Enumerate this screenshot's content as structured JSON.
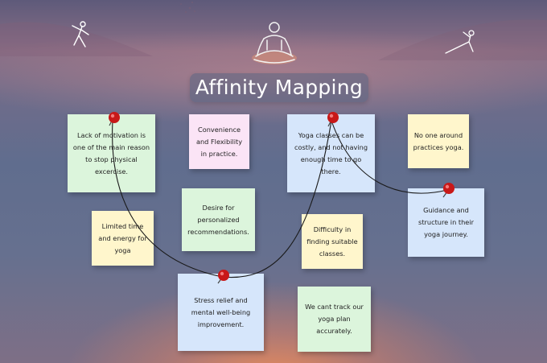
{
  "title": "Affinity Mapping",
  "colors": {
    "green": "#dcf5dc",
    "pink": "#fbe4f6",
    "blue": "#d6e6fb",
    "yellow": "#fff6cc",
    "pin": "#c81818"
  },
  "icons": [
    "yoga-meditation-icon",
    "stretching-figure-icon",
    "yoga-pose-figure-icon",
    "pushpin-icon"
  ],
  "notes": [
    {
      "text": "Lack of motivation is one of the main reason to stop physical excercise.",
      "color": "green"
    },
    {
      "text": "Convenience and Flexibility in practice.",
      "color": "pink"
    },
    {
      "text": "Yoga classes can be costly, and not having enough time to go there.",
      "color": "blue"
    },
    {
      "text": "No one around practices yoga.",
      "color": "yellow"
    },
    {
      "text": "Desire for personalized recommendations.",
      "color": "green"
    },
    {
      "text": "Limited time and energy for yoga",
      "color": "yellow"
    },
    {
      "text": "Guidance and structure in their yoga journey.",
      "color": "blue"
    },
    {
      "text": "Difficulty in finding suitable classes.",
      "color": "yellow"
    },
    {
      "text": "Stress relief and mental well-being improvement.",
      "color": "blue"
    },
    {
      "text": "We cant track our yoga plan accurately.",
      "color": "green"
    }
  ]
}
